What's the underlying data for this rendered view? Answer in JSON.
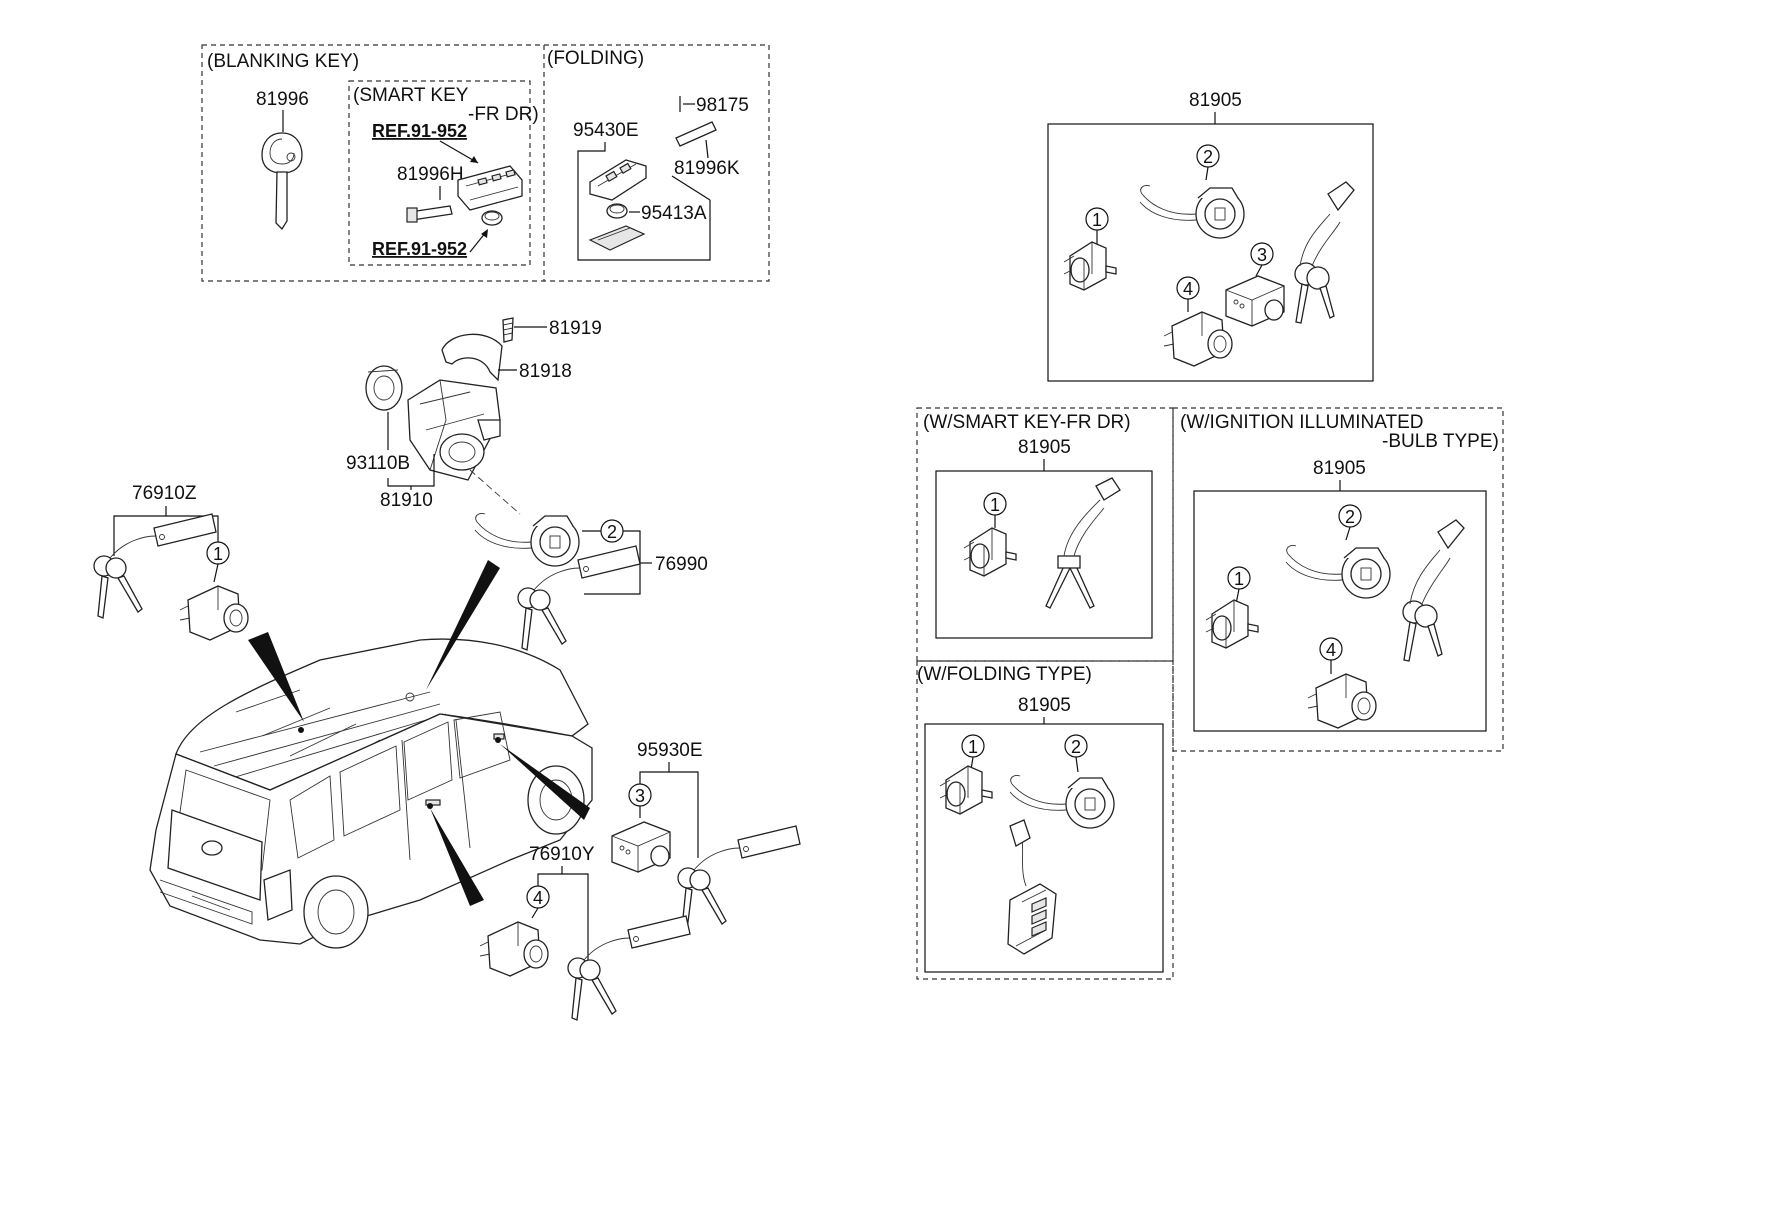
{
  "sections": {
    "blanking_key": "(BLANKING KEY)",
    "smart_key_line1": "(SMART KEY",
    "smart_key_line2": "-FR DR)",
    "folding": "(FOLDING)",
    "w_smart_key": "(W/SMART KEY-FR DR)",
    "w_ignition_line1": "(W/IGNITION ILLUMINATED",
    "w_ignition_line2": "-BULB TYPE)",
    "w_folding_type": "(W/FOLDING TYPE)"
  },
  "refs": {
    "ref_top": "REF.91-952",
    "ref_bottom": "REF.91-952"
  },
  "parts": {
    "p81996": "81996",
    "p81996H": "81996H",
    "p95430E": "95430E",
    "p98175": "98175",
    "p81996K": "81996K",
    "p95413A": "95413A",
    "p81919": "81919",
    "p81918": "81918",
    "p93110B": "93110B",
    "p81910": "81910",
    "p76910Z": "76910Z",
    "p76990": "76990",
    "p95930E": "95930E",
    "p76910Y": "76910Y",
    "p81905_main": "81905",
    "p81905_smart": "81905",
    "p81905_illum": "81905",
    "p81905_folding": "81905"
  },
  "callouts": {
    "c1": "1",
    "c2": "2",
    "c3": "3",
    "c4": "4"
  }
}
